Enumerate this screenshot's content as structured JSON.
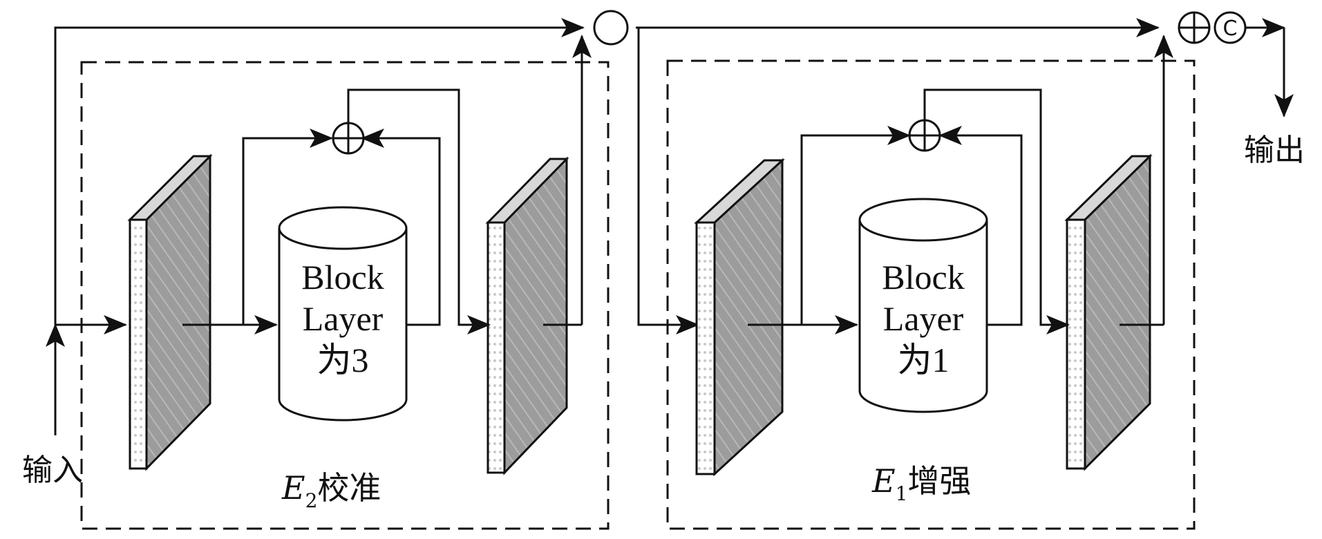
{
  "input_label": "输入",
  "output_label": "输出",
  "left_module": {
    "label_var": "E",
    "label_sub": "2",
    "label_text": "校准",
    "block": {
      "line1": "Block",
      "line2": "Layer",
      "line3": "为3"
    }
  },
  "right_module": {
    "label_var": "E",
    "label_sub": "1",
    "label_text": "增强",
    "block": {
      "line1": "Block",
      "line2": "Layer",
      "line3": "为1"
    }
  },
  "ops": {
    "concat_symbol": "C"
  }
}
